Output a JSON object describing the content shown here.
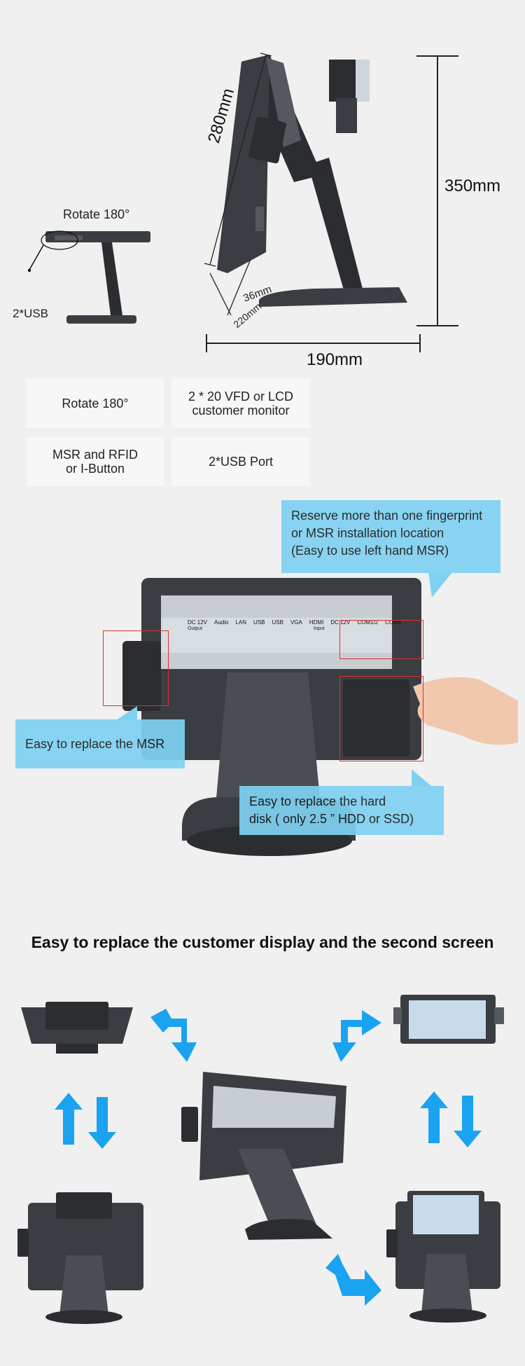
{
  "dimensions": {
    "height": "350mm",
    "diagonal": "280mm",
    "width": "190mm",
    "base_depth_a": "36mm",
    "base_depth_b": "220mm"
  },
  "side_view": {
    "rotate_label": "Rotate 180°",
    "usb_label": "2*USB"
  },
  "feature_boxes": [
    {
      "label": "Rotate 180°"
    },
    {
      "label": "2 * 20 VFD or LCD\ncustomer monitor"
    },
    {
      "label": "MSR and RFID\nor I-Button"
    },
    {
      "label": "2*USB Port"
    }
  ],
  "callouts": {
    "fingerprint": "Reserve more than one fingerprint\nor MSR installation location\n(Easy to use left hand MSR)",
    "msr": "Easy to replace the MSR",
    "hdd": "Easy to replace the hard\ndisk ( only 2.5 ” HDD or SSD)"
  },
  "port_labels": [
    "DC 12V",
    "Audio",
    "LAN",
    "USB",
    "USB",
    "VGA",
    "HDMI",
    "DC 12V",
    "COM1/2",
    "COM4"
  ],
  "port_sublabels": [
    "Output",
    "Input"
  ],
  "section_heading": "Easy to replace the customer display and the second screen",
  "colors": {
    "background": "#f0f0f0",
    "callout": "#7fd1f2",
    "arrow": "#1aa3f0",
    "highlight_box": "#e03030",
    "device": "#3a3d42"
  }
}
